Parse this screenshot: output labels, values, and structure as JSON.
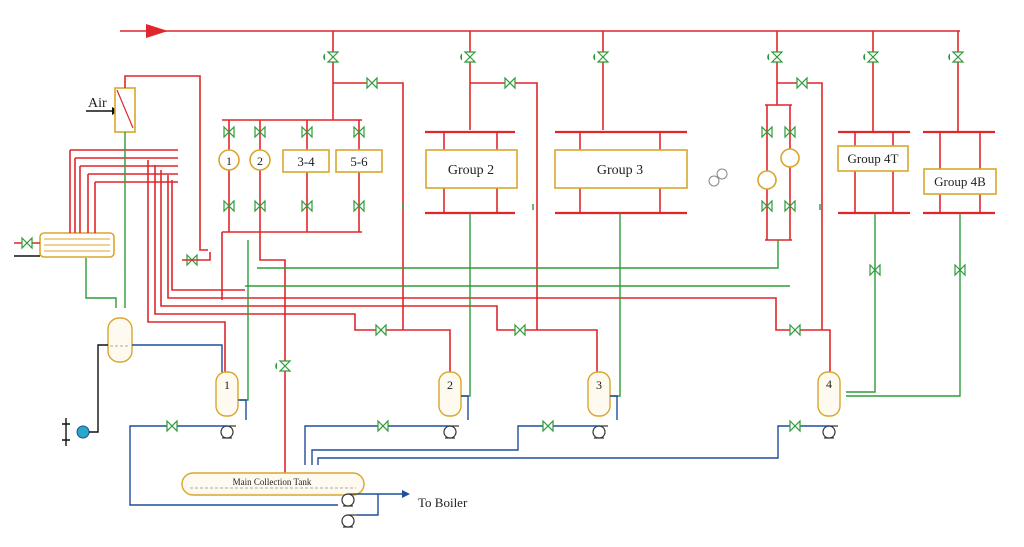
{
  "labels": {
    "air": "Air",
    "group_1": "1",
    "group_2_small": "2",
    "group_34": "3-4",
    "group_56": "5-6",
    "group_2": "Group 2",
    "group_3": "Group 3",
    "group_4t": "Group 4T",
    "group_4b": "Group 4B",
    "tank_1": "1",
    "tank_2": "2",
    "tank_3": "3",
    "tank_4": "4",
    "main_tank": "Main Collection Tank",
    "to_boiler": "To Boiler"
  },
  "colors": {
    "steam": "#e0262b",
    "condensate": "#2e9b3a",
    "feedwater": "#1f4e9c",
    "equipment": "#d9a62b",
    "pump": "#2aa6c9"
  }
}
